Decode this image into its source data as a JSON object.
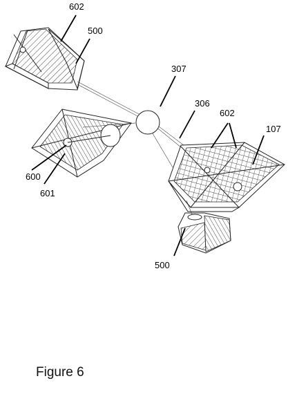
{
  "labels": {
    "l602_top": "602",
    "l500_top": "500",
    "l307": "307",
    "l306": "306",
    "l602_right": "602",
    "l107": "107",
    "l600": "600",
    "l601": "601",
    "l500_bottom": "500"
  },
  "caption": "Figure 6"
}
